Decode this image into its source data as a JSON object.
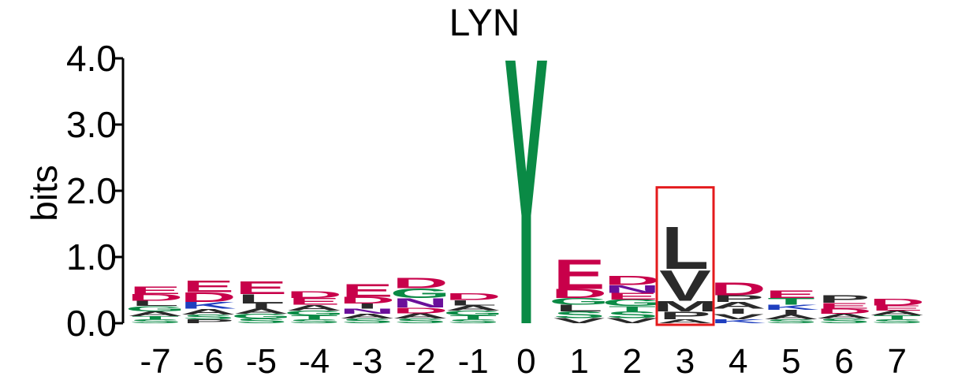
{
  "chart_data": {
    "type": "sequence-logo",
    "title": "LYN",
    "xlabel": "",
    "ylabel": "bits",
    "ylim": [
      0,
      4
    ],
    "yticks": [
      "0.0",
      "1.0",
      "2.0",
      "3.0",
      "4.0"
    ],
    "ytick_values": [
      0,
      1,
      2,
      3,
      4
    ],
    "positions": [
      "-7",
      "-6",
      "-5",
      "-4",
      "-3",
      "-2",
      "-1",
      "0",
      "1",
      "2",
      "3",
      "4",
      "5",
      "6",
      "7"
    ],
    "highlight_position": "3",
    "highlight_color": "#e41a1c",
    "colors": {
      "acidic": "#c8004a",
      "polar": "#0a8a45",
      "basic": "#1f3fbf",
      "hydrophobic": "#2a2a2a",
      "amide": "#6a0f9a"
    },
    "stacks": [
      {
        "pos": "-7",
        "letters": [
          {
            "aa": "S",
            "bits": 0.06
          },
          {
            "aa": "T",
            "bits": 0.05
          },
          {
            "aa": "A",
            "bits": 0.07
          },
          {
            "aa": "G",
            "bits": 0.08
          },
          {
            "aa": "L",
            "bits": 0.08
          },
          {
            "aa": "D",
            "bits": 0.1
          },
          {
            "aa": "E",
            "bits": 0.12
          }
        ]
      },
      {
        "pos": "-6",
        "letters": [
          {
            "aa": "P",
            "bits": 0.06
          },
          {
            "aa": "S",
            "bits": 0.07
          },
          {
            "aa": "A",
            "bits": 0.09
          },
          {
            "aa": "K",
            "bits": 0.1
          },
          {
            "aa": "D",
            "bits": 0.15
          },
          {
            "aa": "E",
            "bits": 0.18
          }
        ]
      },
      {
        "pos": "-5",
        "letters": [
          {
            "aa": "S",
            "bits": 0.07
          },
          {
            "aa": "G",
            "bits": 0.07
          },
          {
            "aa": "A",
            "bits": 0.08
          },
          {
            "aa": "I",
            "bits": 0.08
          },
          {
            "aa": "L",
            "bits": 0.14
          },
          {
            "aa": "E",
            "bits": 0.2
          }
        ]
      },
      {
        "pos": "-4",
        "letters": [
          {
            "aa": "S",
            "bits": 0.06
          },
          {
            "aa": "T",
            "bits": 0.06
          },
          {
            "aa": "G",
            "bits": 0.07
          },
          {
            "aa": "A",
            "bits": 0.09
          },
          {
            "aa": "E",
            "bits": 0.1
          },
          {
            "aa": "D",
            "bits": 0.1
          }
        ]
      },
      {
        "pos": "-3",
        "letters": [
          {
            "aa": "S",
            "bits": 0.07
          },
          {
            "aa": "A",
            "bits": 0.07
          },
          {
            "aa": "N",
            "bits": 0.08
          },
          {
            "aa": "I",
            "bits": 0.08
          },
          {
            "aa": "D",
            "bits": 0.1
          },
          {
            "aa": "E",
            "bits": 0.2
          }
        ]
      },
      {
        "pos": "-2",
        "letters": [
          {
            "aa": "S",
            "bits": 0.07
          },
          {
            "aa": "A",
            "bits": 0.08
          },
          {
            "aa": "D",
            "bits": 0.09
          },
          {
            "aa": "N",
            "bits": 0.14
          },
          {
            "aa": "G",
            "bits": 0.15
          },
          {
            "aa": "D",
            "bits": 0.16
          }
        ]
      },
      {
        "pos": "-1",
        "letters": [
          {
            "aa": "S",
            "bits": 0.06
          },
          {
            "aa": "T",
            "bits": 0.06
          },
          {
            "aa": "G",
            "bits": 0.07
          },
          {
            "aa": "A",
            "bits": 0.08
          },
          {
            "aa": "L",
            "bits": 0.08
          },
          {
            "aa": "D",
            "bits": 0.1
          }
        ]
      },
      {
        "pos": "0",
        "letters": [
          {
            "aa": "Y",
            "bits": 4.15
          }
        ]
      },
      {
        "pos": "1",
        "letters": [
          {
            "aa": "V",
            "bits": 0.08
          },
          {
            "aa": "S",
            "bits": 0.1
          },
          {
            "aa": "L",
            "bits": 0.1
          },
          {
            "aa": "G",
            "bits": 0.1
          },
          {
            "aa": "D",
            "bits": 0.14
          },
          {
            "aa": "E",
            "bits": 0.46
          }
        ]
      },
      {
        "pos": "2",
        "letters": [
          {
            "aa": "V",
            "bits": 0.08
          },
          {
            "aa": "S",
            "bits": 0.1
          },
          {
            "aa": "T",
            "bits": 0.08
          },
          {
            "aa": "G",
            "bits": 0.1
          },
          {
            "aa": "E",
            "bits": 0.1
          },
          {
            "aa": "N",
            "bits": 0.12
          },
          {
            "aa": "D",
            "bits": 0.14
          }
        ]
      },
      {
        "pos": "3",
        "letters": [
          {
            "aa": "A",
            "bits": 0.06
          },
          {
            "aa": "P",
            "bits": 0.12
          },
          {
            "aa": "M",
            "bits": 0.16
          },
          {
            "aa": "V",
            "bits": 0.48
          },
          {
            "aa": "L",
            "bits": 0.66
          }
        ]
      },
      {
        "pos": "4",
        "letters": [
          {
            "aa": "K",
            "bits": 0.06
          },
          {
            "aa": "V",
            "bits": 0.08
          },
          {
            "aa": "I",
            "bits": 0.08
          },
          {
            "aa": "A",
            "bits": 0.1
          },
          {
            "aa": "P",
            "bits": 0.1
          },
          {
            "aa": "D",
            "bits": 0.2
          }
        ]
      },
      {
        "pos": "5",
        "letters": [
          {
            "aa": "S",
            "bits": 0.06
          },
          {
            "aa": "A",
            "bits": 0.07
          },
          {
            "aa": "I",
            "bits": 0.07
          },
          {
            "aa": "K",
            "bits": 0.08
          },
          {
            "aa": "T",
            "bits": 0.1
          },
          {
            "aa": "E",
            "bits": 0.12
          }
        ]
      },
      {
        "pos": "6",
        "letters": [
          {
            "aa": "S",
            "bits": 0.07
          },
          {
            "aa": "A",
            "bits": 0.07
          },
          {
            "aa": "D",
            "bits": 0.08
          },
          {
            "aa": "E",
            "bits": 0.09
          },
          {
            "aa": "P",
            "bits": 0.12
          }
        ]
      },
      {
        "pos": "7",
        "letters": [
          {
            "aa": "S",
            "bits": 0.06
          },
          {
            "aa": "T",
            "bits": 0.06
          },
          {
            "aa": "A",
            "bits": 0.07
          },
          {
            "aa": "E",
            "bits": 0.08
          },
          {
            "aa": "D",
            "bits": 0.1
          }
        ]
      }
    ]
  }
}
